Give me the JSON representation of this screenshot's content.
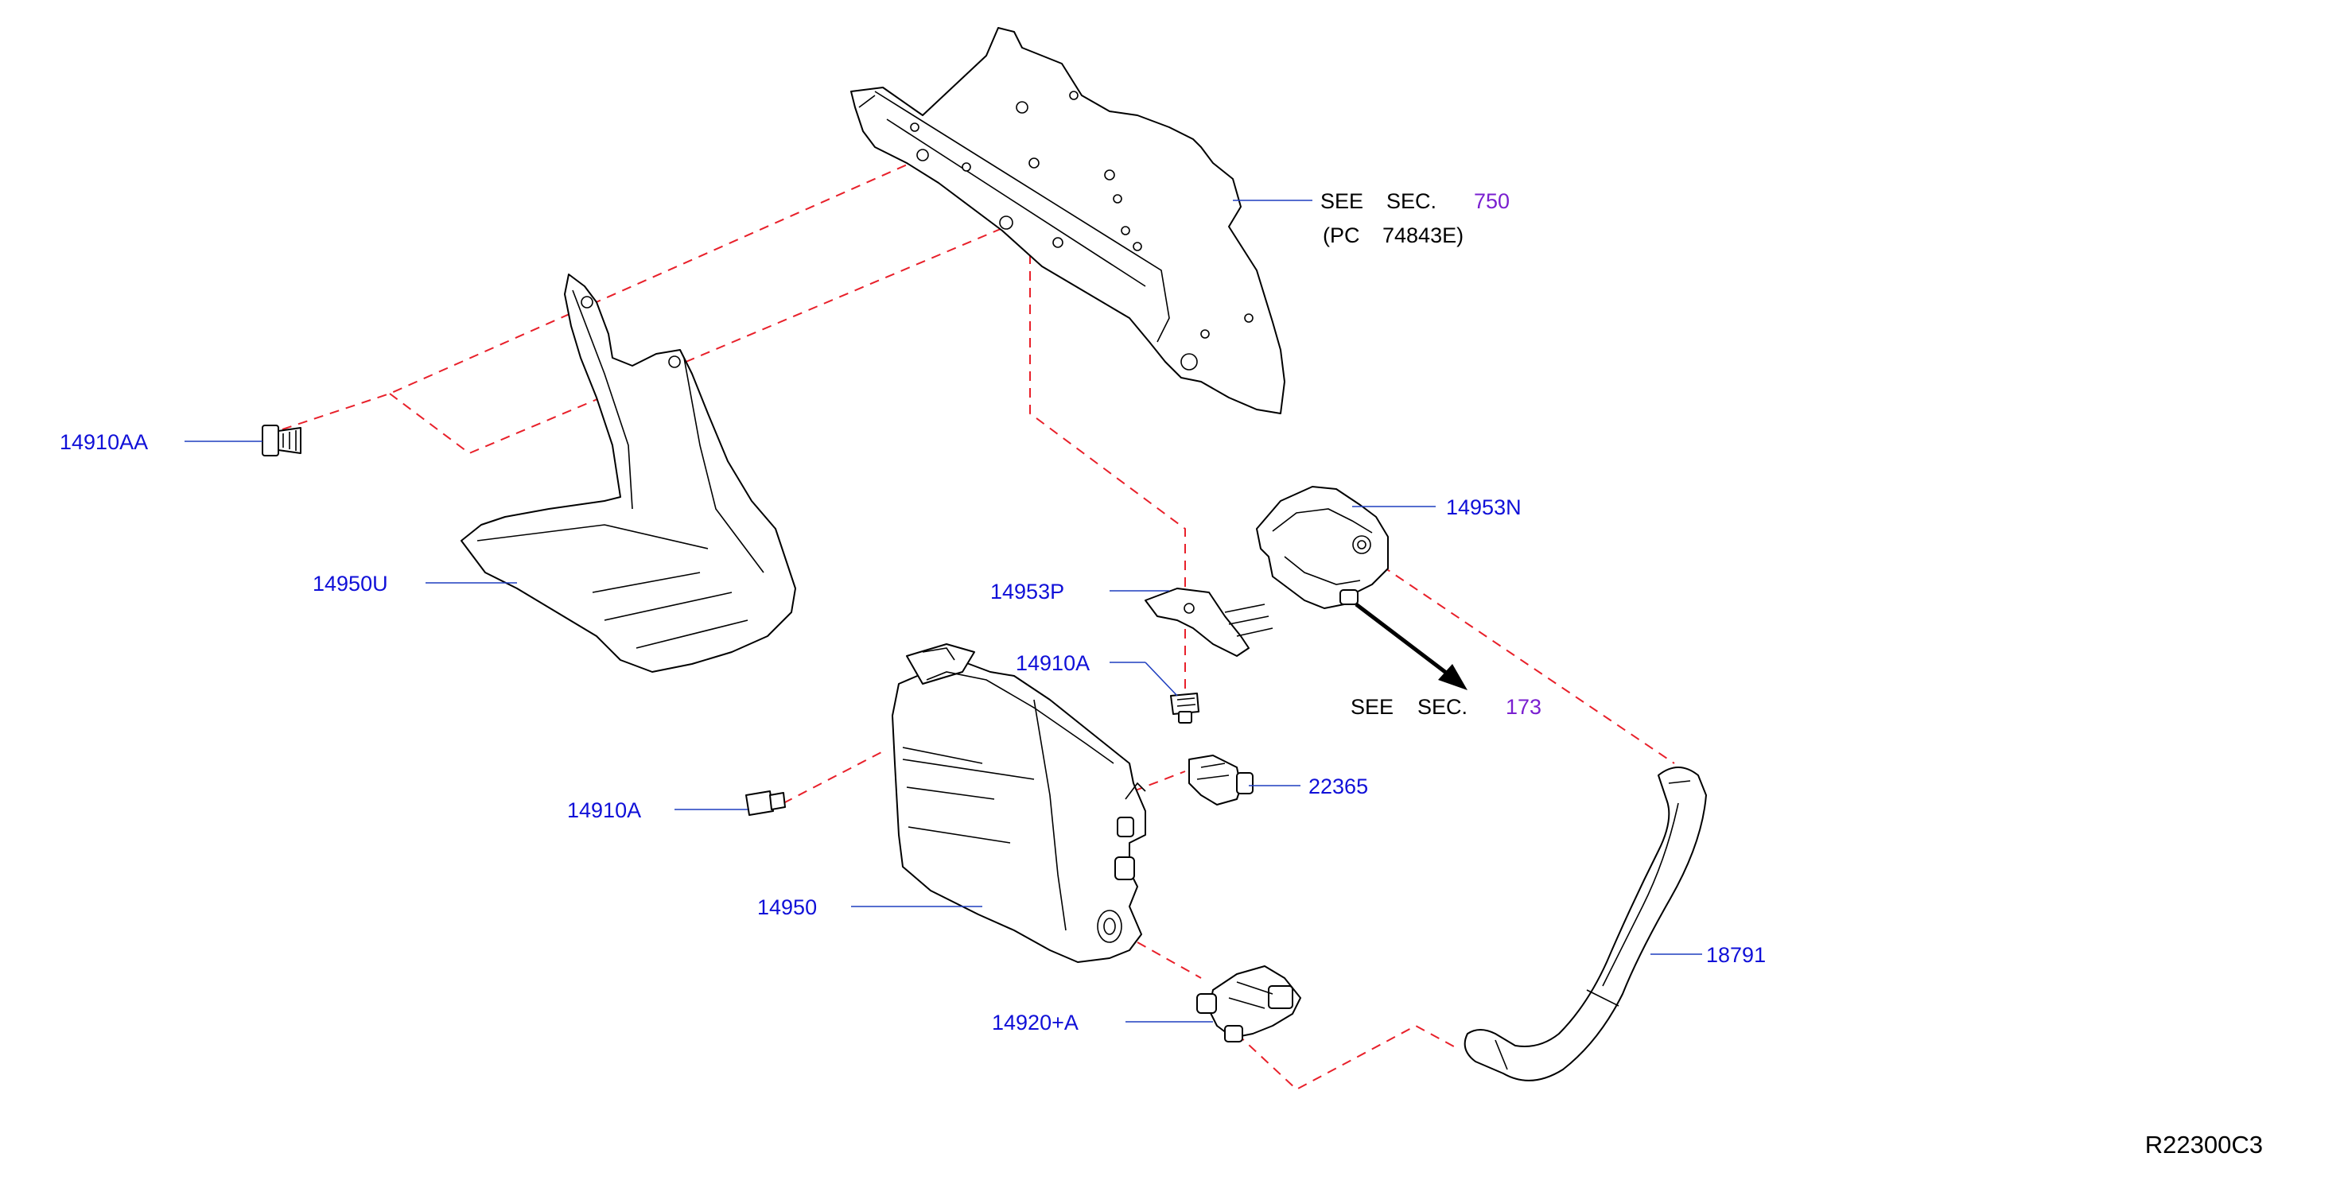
{
  "diagram_id": "R22300C3",
  "colors": {
    "part_label": "#1010d8",
    "section_number": "#7a1fd0",
    "see_text": "#000000",
    "leader_line": "#1f3fbf",
    "dashed_line": "#e8202a",
    "outline": "#000000"
  },
  "labels": {
    "p14910AA": "14910AA",
    "p14950U": "14950U",
    "p14953P": "14953P",
    "p14910A_upper": "14910A",
    "p14910A_lower": "14910A",
    "p14950": "14950",
    "p14920A": "14920+A",
    "p22365": "22365",
    "p14953N": "14953N",
    "p18791": "18791"
  },
  "refs": {
    "sec750": {
      "see": "SEE",
      "sec": "SEC.",
      "num": "750",
      "pc_open": "(PC",
      "pc_code": "74843E)"
    },
    "sec173": {
      "see": "SEE",
      "sec": "SEC.",
      "num": "173"
    }
  }
}
